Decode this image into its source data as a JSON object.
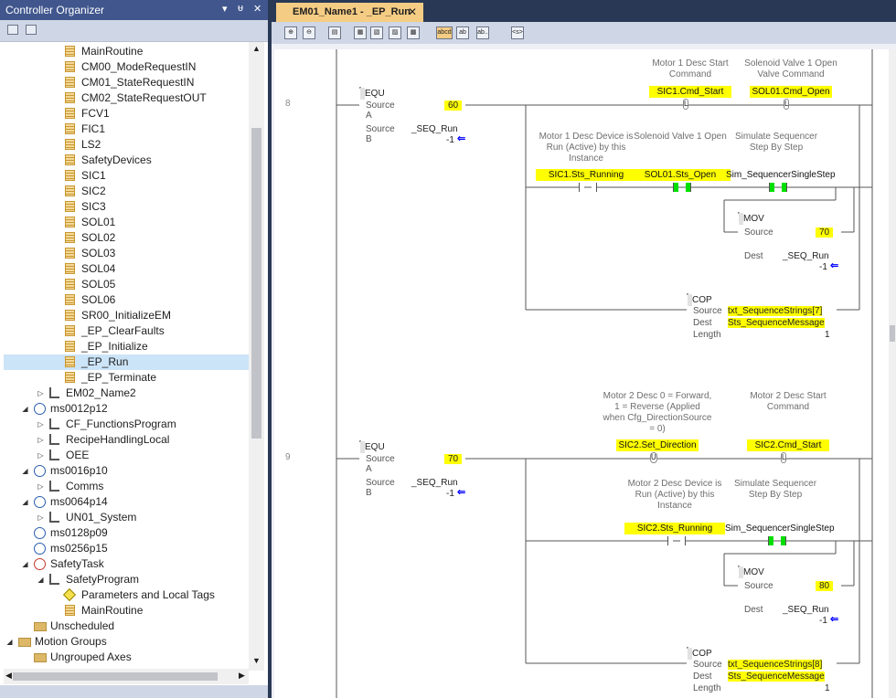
{
  "organizer": {
    "title": "Controller Organizer",
    "pin_down": "▾",
    "pin": "ᵾ",
    "close": "✕",
    "items": [
      {
        "label": "MainRoutine",
        "indent": 4,
        "icon": "rt"
      },
      {
        "label": "CM00_ModeRequestIN",
        "indent": 4,
        "icon": "rt"
      },
      {
        "label": "CM01_StateRequestIN",
        "indent": 4,
        "icon": "rt"
      },
      {
        "label": "CM02_StateRequestOUT",
        "indent": 4,
        "icon": "rt"
      },
      {
        "label": "FCV1",
        "indent": 4,
        "icon": "rt"
      },
      {
        "label": "FIC1",
        "indent": 4,
        "icon": "rt"
      },
      {
        "label": "LS2",
        "indent": 4,
        "icon": "rt"
      },
      {
        "label": "SafetyDevices",
        "indent": 4,
        "icon": "rt"
      },
      {
        "label": "SIC1",
        "indent": 4,
        "icon": "rt"
      },
      {
        "label": "SIC2",
        "indent": 4,
        "icon": "rt"
      },
      {
        "label": "SIC3",
        "indent": 4,
        "icon": "rt"
      },
      {
        "label": "SOL01",
        "indent": 4,
        "icon": "rt"
      },
      {
        "label": "SOL02",
        "indent": 4,
        "icon": "rt"
      },
      {
        "label": "SOL03",
        "indent": 4,
        "icon": "rt"
      },
      {
        "label": "SOL04",
        "indent": 4,
        "icon": "rt"
      },
      {
        "label": "SOL05",
        "indent": 4,
        "icon": "rt"
      },
      {
        "label": "SOL06",
        "indent": 4,
        "icon": "rt"
      },
      {
        "label": "SR00_InitializeEM",
        "indent": 4,
        "icon": "rt"
      },
      {
        "label": "_EP_ClearFaults",
        "indent": 4,
        "icon": "rt"
      },
      {
        "label": "_EP_Initialize",
        "indent": 4,
        "icon": "rt"
      },
      {
        "label": "_EP_Run",
        "indent": 4,
        "icon": "rt",
        "selected": true
      },
      {
        "label": "_EP_Terminate",
        "indent": 4,
        "icon": "rt"
      },
      {
        "label": "EM02_Name2",
        "indent": 3,
        "icon": "prog",
        "arrow": "▷"
      },
      {
        "label": "ms0012p12",
        "indent": 2,
        "icon": "clock",
        "arrow": "◢"
      },
      {
        "label": "CF_FunctionsProgram",
        "indent": 3,
        "icon": "prog",
        "arrow": "▷"
      },
      {
        "label": "RecipeHandlingLocal",
        "indent": 3,
        "icon": "prog",
        "arrow": "▷"
      },
      {
        "label": "OEE",
        "indent": 3,
        "icon": "prog",
        "arrow": "▷"
      },
      {
        "label": "ms0016p10",
        "indent": 2,
        "icon": "clock",
        "arrow": "◢"
      },
      {
        "label": "Comms",
        "indent": 3,
        "icon": "prog",
        "arrow": "▷"
      },
      {
        "label": "ms0064p14",
        "indent": 2,
        "icon": "clock",
        "arrow": "◢"
      },
      {
        "label": "UN01_System",
        "indent": 3,
        "icon": "prog",
        "arrow": "▷"
      },
      {
        "label": "ms0128p09",
        "indent": 2,
        "icon": "clock"
      },
      {
        "label": "ms0256p15",
        "indent": 2,
        "icon": "clock"
      },
      {
        "label": "SafetyTask",
        "indent": 2,
        "icon": "clockred",
        "arrow": "◢"
      },
      {
        "label": "SafetyProgram",
        "indent": 3,
        "icon": "prog",
        "arrow": "◢"
      },
      {
        "label": "Parameters and Local Tags",
        "indent": 4,
        "icon": "tag"
      },
      {
        "label": "MainRoutine",
        "indent": 4,
        "icon": "rt"
      },
      {
        "label": "Unscheduled",
        "indent": 2,
        "icon": "fold"
      },
      {
        "label": "Motion Groups",
        "indent": 1,
        "icon": "fold",
        "arrow": "◢"
      },
      {
        "label": "Ungrouped Axes",
        "indent": 2,
        "icon": "fold"
      }
    ]
  },
  "editor": {
    "tab_title": "EM01_Name1 - _EP_Run",
    "tab_close": "✕",
    "toolbar": [
      "⊕",
      "⊖",
      "▤",
      "▦",
      "▧",
      "▨",
      "▩",
      "abcd",
      "ab",
      "ab..",
      "<s>"
    ]
  },
  "rungs": [
    {
      "number": "8",
      "equ": {
        "name": "EQU",
        "source_a_label": "Source A",
        "source_a": "60",
        "source_b_label": "Source B",
        "source_b": "_SEQ_Run",
        "source_b_val": "-1"
      },
      "latch_descs": [
        "Motor 1 Desc Start Command",
        "Solenoid Valve 1 Open Valve Command"
      ],
      "latch_tags": [
        "SIC1.Cmd_Start",
        "SOL01.Cmd_Open"
      ],
      "latch_types": [
        "L",
        "L"
      ],
      "contact_descs": [
        "Motor 1 Desc Device is Run (Active) by this Instance",
        "Solenoid Valve 1 Open",
        "Simulate Sequencer Step By Step"
      ],
      "contact_tags": [
        "SIC1.Sts_Running",
        "SOL01.Sts_Open",
        "Sim_SequencerSingleStep"
      ],
      "mov": {
        "name": "MOV",
        "source_label": "Source",
        "source": "70",
        "dest_label": "Dest",
        "dest": "_SEQ_Run",
        "dest_val": "-1"
      },
      "cop": {
        "name": "COP",
        "source_label": "Source",
        "source": "txt_SequenceStrings[7]",
        "dest_label": "Dest",
        "dest": "Sts_SequenceMessage",
        "length_label": "Length",
        "length": "1"
      }
    },
    {
      "number": "9",
      "equ": {
        "name": "EQU",
        "source_a_label": "Source A",
        "source_a": "70",
        "source_b_label": "Source B",
        "source_b": "_SEQ_Run",
        "source_b_val": "-1"
      },
      "latch_descs": [
        "Motor 2 Desc 0 = Forward, 1 = Reverse (Applied when Cfg_DirectionSource = 0)",
        "Motor 2 Desc Start Command"
      ],
      "latch_tags": [
        "SIC2.Set_Direction",
        "SIC2.Cmd_Start"
      ],
      "latch_types": [
        "U",
        "L"
      ],
      "contact_descs": [
        "Motor 2 Desc Device is Run (Active) by this Instance",
        "Simulate Sequencer Step By Step"
      ],
      "contact_tags": [
        "SIC2.Sts_Running",
        "Sim_SequencerSingleStep"
      ],
      "mov": {
        "name": "MOV",
        "source_label": "Source",
        "source": "80",
        "dest_label": "Dest",
        "dest": "_SEQ_Run",
        "dest_val": "-1"
      },
      "cop": {
        "name": "COP",
        "source_label": "Source",
        "source": "txt_SequenceStrings[8]",
        "dest_label": "Dest",
        "dest": "Sts_SequenceMessage",
        "length_label": "Length",
        "length": "1"
      }
    }
  ],
  "colors": {
    "highlight": "#ffff00",
    "active_contact": "#00e000",
    "header": "#40568d",
    "tab": "#f5cc84",
    "selection": "#cce4f7"
  }
}
